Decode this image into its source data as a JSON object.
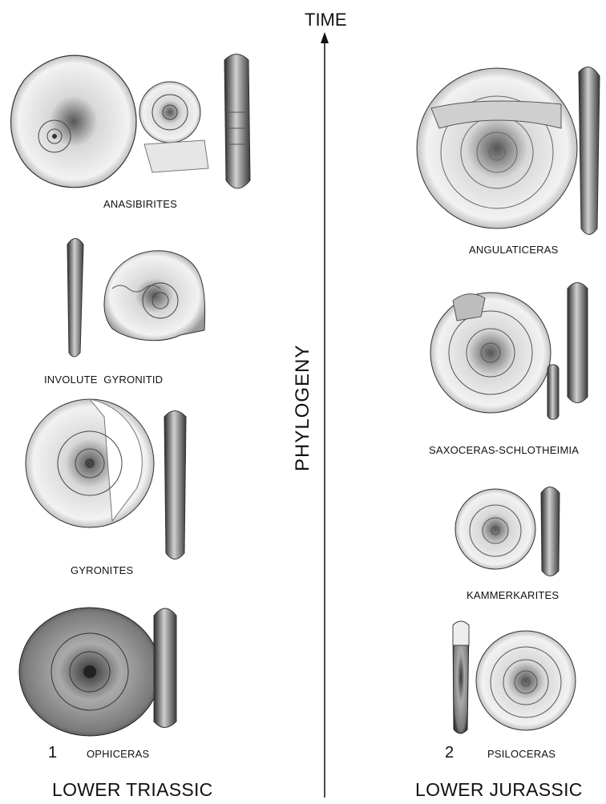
{
  "axis": {
    "top_label": "TIME",
    "middle_label": "PHYLOGENY"
  },
  "left_column": {
    "group_number": "1",
    "era_label": "LOWER TRIASSIC",
    "taxa": [
      "ANASIBIRITES",
      "INVOLUTE  GYRONITID",
      "GYRONITES",
      "OPHICERAS"
    ]
  },
  "right_column": {
    "group_number": "2",
    "era_label": "LOWER JURASSIC",
    "taxa": [
      "ANGULATICERAS",
      "SAXOCERAS-SCHLOTHEIMIA",
      "KAMMERKARITES",
      "PSILOCERAS"
    ]
  }
}
